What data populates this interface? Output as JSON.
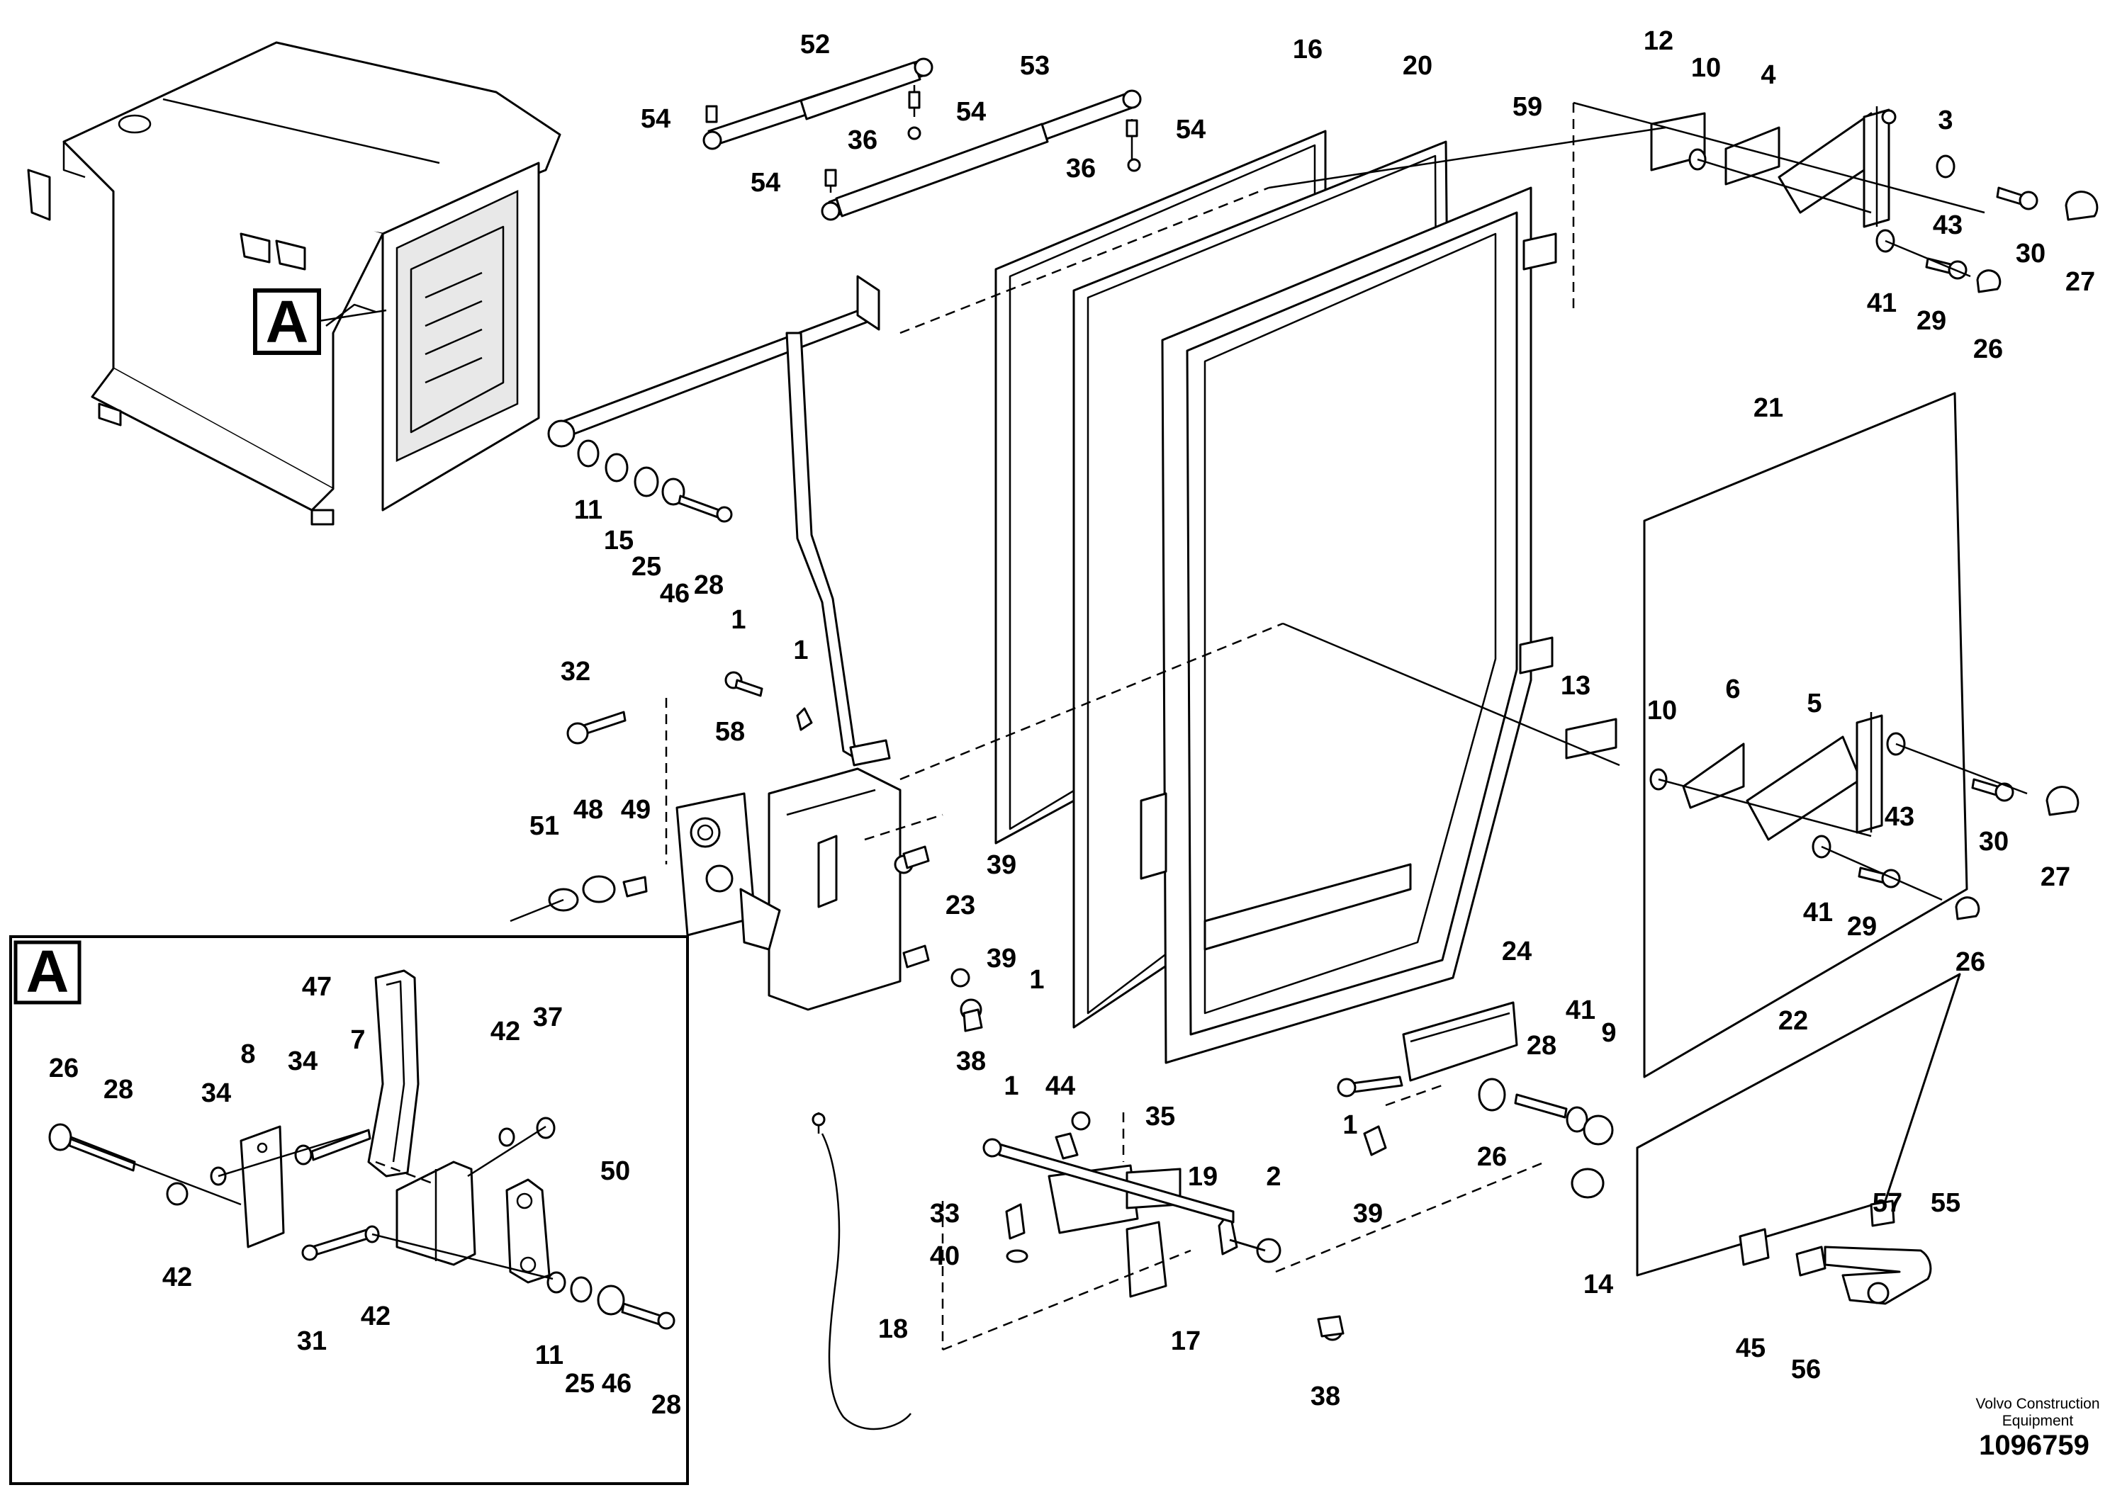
{
  "detail": {
    "marker": "A",
    "box_label": "A"
  },
  "callouts": {
    "c52": "52",
    "c53": "53",
    "c54a": "54",
    "c54b": "54",
    "c54c": "54",
    "c54d": "54",
    "c36a": "36",
    "c36b": "36",
    "c16": "16",
    "c20": "20",
    "c59": "59",
    "c12": "12",
    "c10a": "10",
    "c4": "4",
    "c3": "3",
    "c43a": "43",
    "c30a": "30",
    "c27a": "27",
    "c41a": "41",
    "c29a": "29",
    "c26a": "26",
    "c21": "21",
    "c11a": "11",
    "c15": "15",
    "c25a": "25",
    "c46a": "46",
    "c28a": "28",
    "c1a": "1",
    "c1b": "1",
    "c32": "32",
    "c58": "58",
    "c51": "51",
    "c48": "48",
    "c49": "49",
    "c39a": "39",
    "c23": "23",
    "c39b": "39",
    "c1c": "1",
    "c38a": "38",
    "c13": "13",
    "c10b": "10",
    "c6": "6",
    "c5": "5",
    "c43b": "43",
    "c30b": "30",
    "c27b": "27",
    "c41b": "41",
    "c29b": "29",
    "c26b": "26",
    "c24": "24",
    "c1d": "1",
    "c39c": "39",
    "c28b": "28",
    "c41c": "41",
    "c9": "9",
    "c26c": "26",
    "c14": "14",
    "c22": "22",
    "c57": "57",
    "c55": "55",
    "c45": "45",
    "c56": "56",
    "c1e": "1",
    "c44": "44",
    "c35": "35",
    "c19": "19",
    "c2": "2",
    "c33": "33",
    "c40": "40",
    "c17": "17",
    "c38b": "38",
    "c18": "18",
    "c47": "47",
    "c7": "7",
    "c8": "8",
    "c34a": "34",
    "c34b": "34",
    "c26d": "26",
    "c28c": "28",
    "c42a": "42",
    "c37": "37",
    "c50": "50",
    "c31": "31",
    "c42b": "42",
    "c11b": "11",
    "c25b": "25",
    "c46b": "46",
    "c28d": "28",
    "c42c": "42"
  },
  "footer": {
    "maker_line1": "Volvo Construction",
    "maker_line2": "Equipment",
    "drawing_number": "1096759"
  }
}
